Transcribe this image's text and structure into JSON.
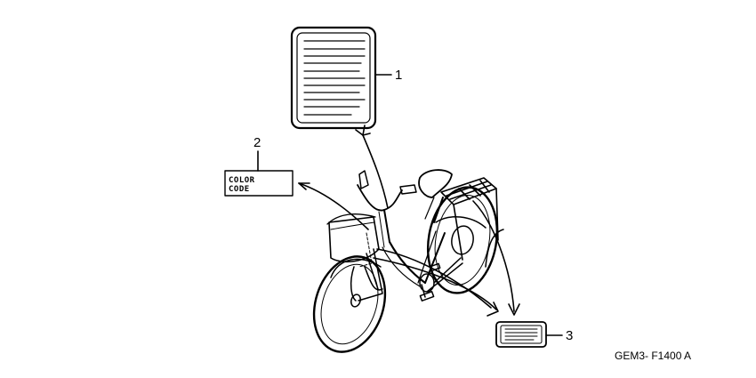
{
  "callouts": {
    "label_1": "1",
    "label_2": "2",
    "label_3": "3"
  },
  "color_code_label": {
    "line1": "COLOR",
    "line2": "CODE"
  },
  "figure_code": "GEM3- F1400 A",
  "colors": {
    "line": "#000000",
    "background": "#ffffff"
  }
}
